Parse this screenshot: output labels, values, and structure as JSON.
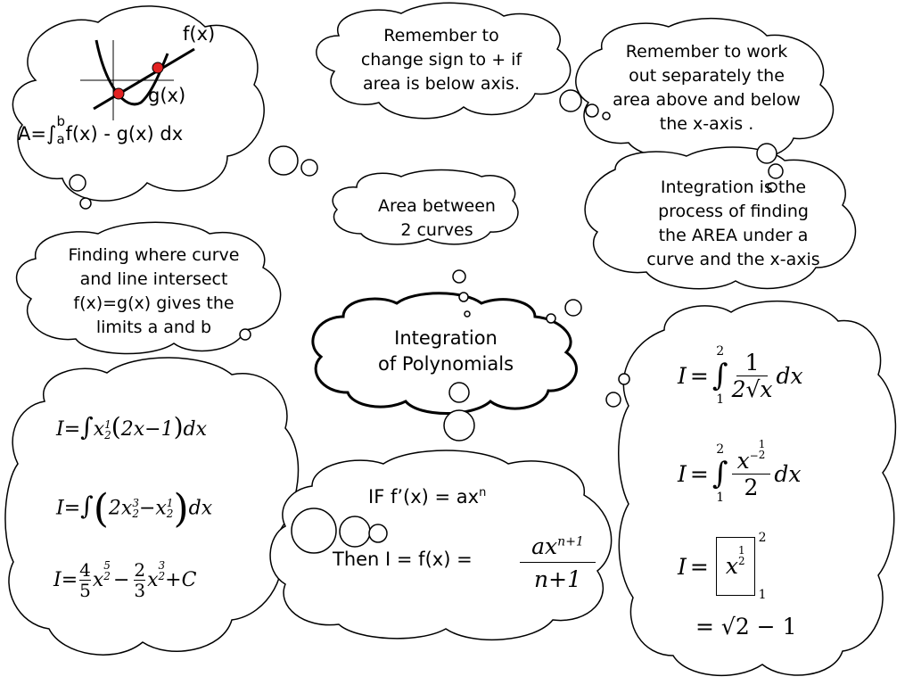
{
  "center": {
    "line1": "Integration",
    "line2": "of Polynomials"
  },
  "bubble_area_between": {
    "line1": "Area between",
    "line2": "2 curves"
  },
  "bubble_sign": {
    "line1": "Remember to",
    "line2": "change sign to + if",
    "line3": "area is below axis."
  },
  "bubble_separately": {
    "line1": "Remember to work",
    "line2": "out separately the",
    "line3": "area above and below",
    "line4": "the x-axis ."
  },
  "bubble_definition": {
    "line1": "Integration is the",
    "line2": "process of finding",
    "line3": "the AREA under a",
    "line4": "curve and the x-axis"
  },
  "bubble_intersect": {
    "line1": "Finding where curve",
    "line2": "and line intersect",
    "line3": "f(x)=g(x) gives the",
    "line4": "limits a and b"
  },
  "graph": {
    "f_label": "f(x)",
    "g_label": "g(x)",
    "formula_prefix": "A=",
    "integral_sign": "∫",
    "upper_limit": "b",
    "lower_limit": "a",
    "formula_body": "f(x) - g(x) dx"
  },
  "power_rule": {
    "if_text": "IF  f’(x) = ax",
    "if_exp": "n",
    "then_text": "Then I = f(x) =",
    "numerator_base": "ax",
    "numerator_exp": "n+1",
    "denominator": "n+1"
  },
  "left_example": {
    "I": "I",
    "eq": "=",
    "integral": "∫",
    "x": "x",
    "half": "1",
    "two": "2",
    "three": "3",
    "five": "5",
    "four": "4",
    "paren_open": "(",
    "paren_close": ")",
    "line1_rest": "2x−1",
    "dx": "dx",
    "two_x": "2x",
    "minus_x": "−x",
    "minus": "−",
    "plus_c": "+C"
  },
  "right_example": {
    "I": "I",
    "eq": "=",
    "integral": "∫",
    "upper": "2",
    "lower": "1",
    "one": "1",
    "two": "2",
    "two_sqrt_x": "2√x",
    "x": "x",
    "dx": "dx",
    "neg_half_num": "1",
    "neg_sign": "−",
    "result": "= √2 − 1"
  }
}
